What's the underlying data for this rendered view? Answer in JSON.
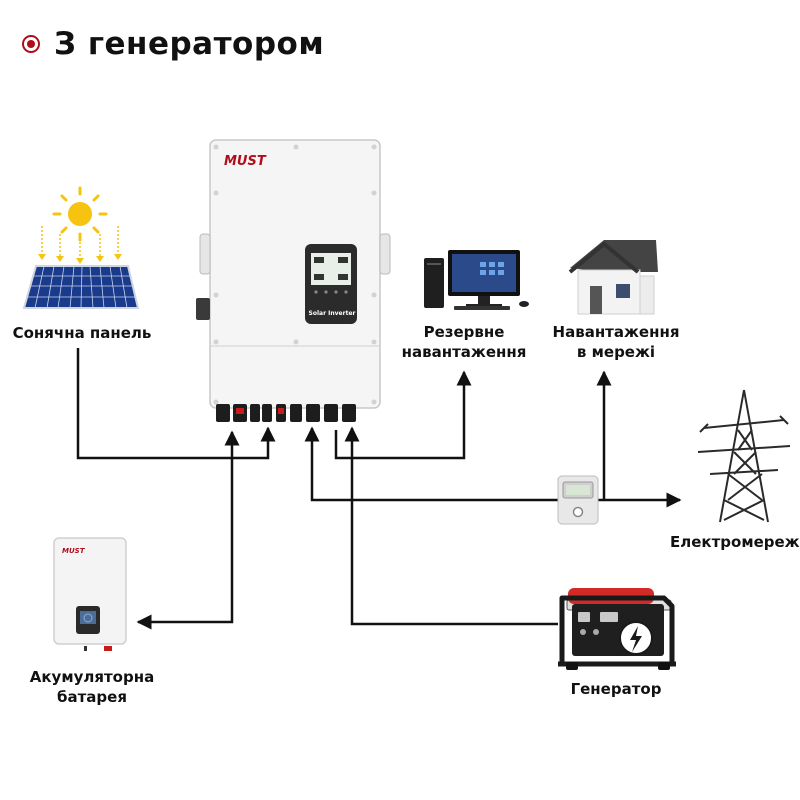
{
  "title": "З генератором",
  "brand": "MUST",
  "inverter_caption": "Solar Inverter",
  "labels": {
    "solar": "Сонячна панель",
    "backup_load_1": "Резервне",
    "backup_load_2": "навантаження",
    "grid_load_1": "Навантаження",
    "grid_load_2": "в мережі",
    "grid": "Електромережа",
    "battery_1": "Акумуляторна",
    "battery_2": "батарея",
    "generator": "Генератор"
  },
  "colors": {
    "accent": "#b00d1c",
    "lines": "#111111",
    "device": "#f4f4f4"
  }
}
